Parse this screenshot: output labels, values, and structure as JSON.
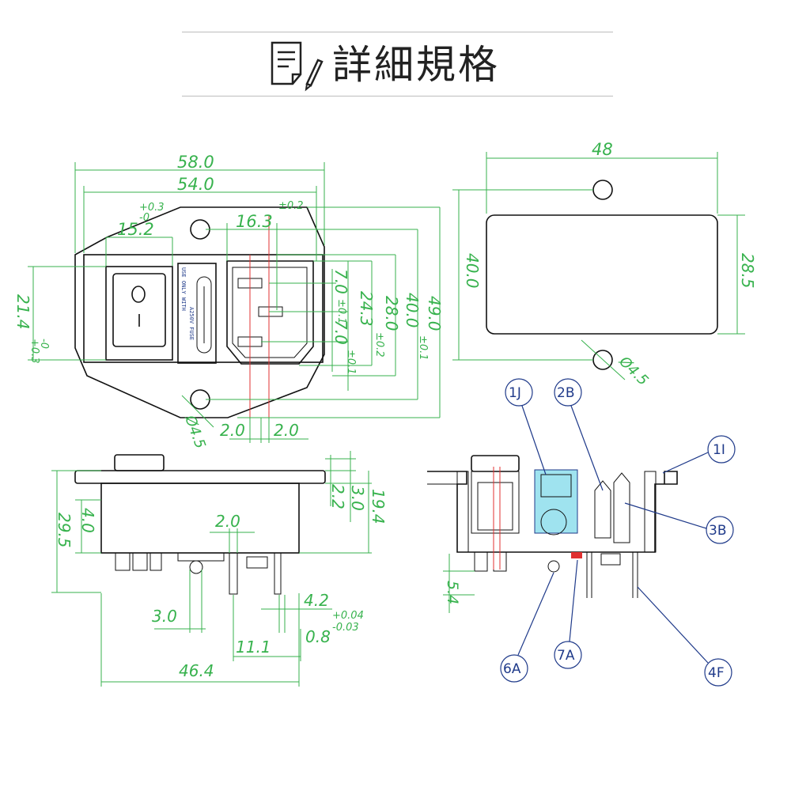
{
  "header": {
    "title": "詳細規格",
    "icon": "document-pencil-icon"
  },
  "front_view": {
    "dims": {
      "width_overall": "58.0",
      "width_body": "54.0",
      "switch_width": "15.2",
      "switch_tol_plus": "+0.3",
      "switch_tol_minus": "-0",
      "socket_offset": "16.3",
      "socket_offset_tol": "±0.2",
      "pin_spacing_1": "7.0",
      "pin_spacing_1_tol": "±0.1",
      "pin_spacing_2": "7.0",
      "pin_spacing_2_tol": "±0.1",
      "socket_height": "24.3",
      "socket_height_tol": "±0.2",
      "height_28": "28.0",
      "hole_spacing": "40.0",
      "hole_spacing_tol": "±0.1",
      "height_overall": "49.0",
      "switch_height": "21.4",
      "switch_height_tol_plus": "+0.3",
      "switch_height_tol_minus": "-0",
      "hole_dia": "Ø4.5",
      "pin_w_left": "2.0",
      "pin_w_right": "2.0"
    },
    "fuse_label_1": "USE ONLY WITH",
    "fuse_label_2": "A250V FUSE",
    "switch_symbol": "O",
    "switch_symbol_2": "I"
  },
  "cutout_view": {
    "width": "48",
    "height_holes": "40.0",
    "height_cutout": "28.5",
    "hole_dia": "Ø4.5"
  },
  "side_view": {
    "dims": {
      "flange": "2.2",
      "flange_top": "3.0",
      "total_height": "19.4",
      "left_height": "29.5",
      "left_small": "4.0",
      "pin_w": "2.0",
      "pin_offset": "3.0",
      "pin_len": "4.2",
      "pin_thickness": "0.8",
      "pin_thickness_tol_plus": "+0.04",
      "pin_thickness_tol_minus": "-0.03",
      "pin_pos": "11.1",
      "body_width": "46.4"
    }
  },
  "section_view": {
    "dims": {
      "depth": "5.4"
    },
    "callouts": [
      "1J",
      "2B",
      "1I",
      "3B",
      "6A",
      "7A",
      "4F"
    ]
  },
  "colors": {
    "dimension": "#37b24d",
    "outline": "#111111",
    "callout": "#1f3a8a",
    "highlight_cyan": "#9fe3ef",
    "highlight_red": "#e03131"
  }
}
